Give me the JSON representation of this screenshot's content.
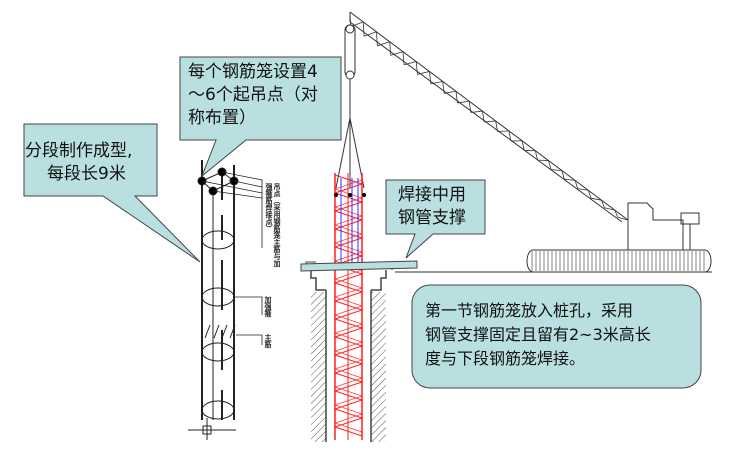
{
  "colors": {
    "callout_fill": "#b9dfe1",
    "callout_border": "#555555",
    "cage_red": "#ff2020",
    "cage_blue": "#3030ff",
    "line": "#333333"
  },
  "callouts": {
    "segment": {
      "lines": [
        "分段制作成型,",
        "每段长9米"
      ]
    },
    "lift_points": {
      "lines": [
        "每个钢筋笼设置4",
        "～6个起吊点（对",
        "称布置）"
      ]
    },
    "weld_support": {
      "lines": [
        "焊接中用",
        "钢管支撑"
      ]
    },
    "first_section": {
      "lines": [
        "第一节钢筋笼放入桩孔，采用",
        "钢管支撑固定且留有2~3米高长",
        "度与下段钢筋笼焊接。"
      ]
    }
  },
  "drawing_labels": {
    "lift_point_note": "吊点（采用钢筋笼主筋与加强箍筋焊接点）",
    "stiffener": "加强箍",
    "main_bar": "主筋"
  }
}
